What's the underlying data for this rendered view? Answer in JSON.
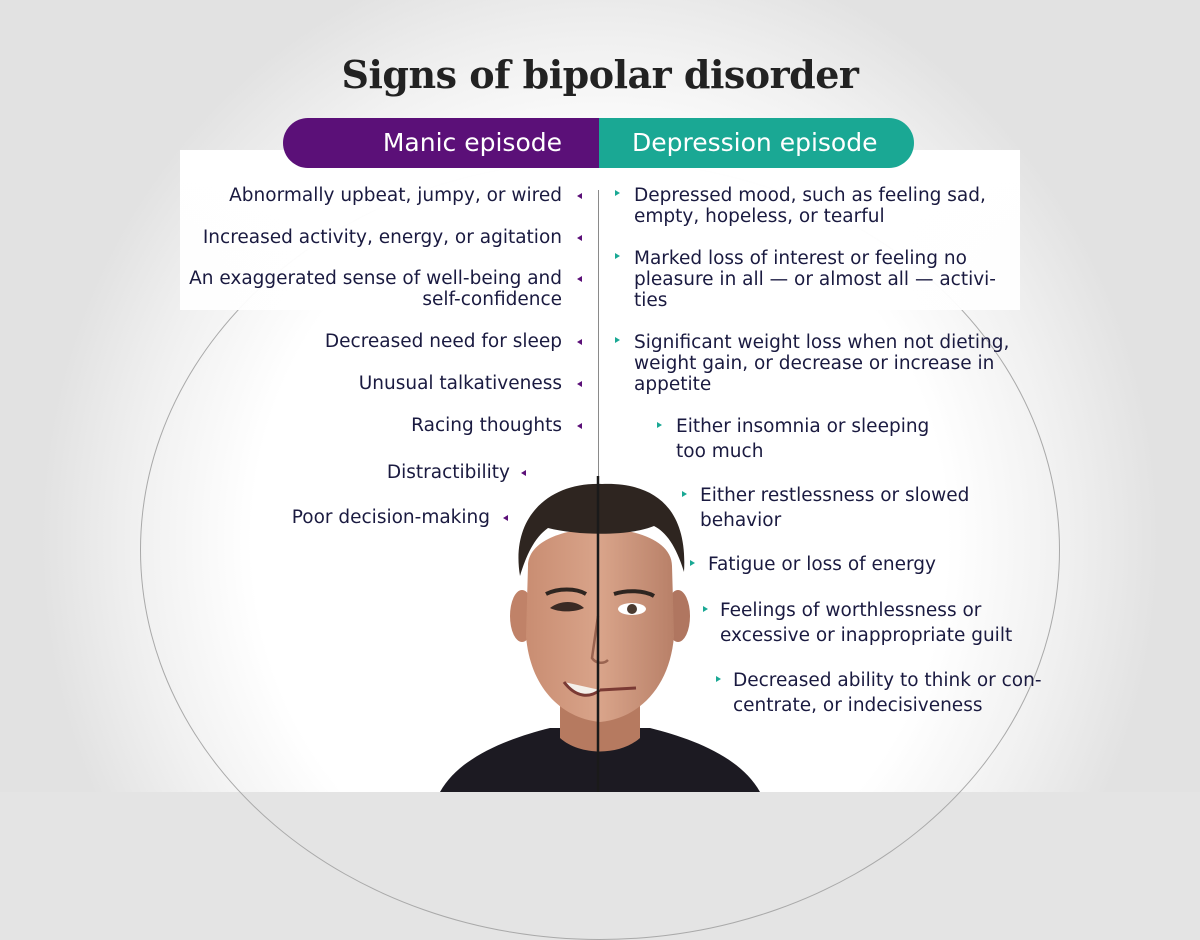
{
  "title": "Signs of bipolar disorder",
  "manic": {
    "label": "Manic episode",
    "color": "#5b1078",
    "items": [
      "Abnormally upbeat, jumpy, or wired",
      "Increased activity, energy, or agitation",
      "An exaggerated sense of well-being and",
      "self-confidence",
      "Decreased need for sleep",
      "Unusual talkativeness",
      "Racing thoughts",
      "Distractibility",
      "Poor decision-making"
    ]
  },
  "depression": {
    "label": "Depression episode",
    "color": "#1aa894",
    "items": [
      "Depressed mood, such as feeling sad,",
      "empty, hopeless, or tearful",
      "Marked loss of interest or feeling no",
      "pleasure in all — or almost all — activi-",
      "ties",
      "Significant weight loss when not dieting,",
      "weight gain, or decrease or increase in",
      "appetite",
      "Either insomnia or sleeping",
      "too much",
      "Either restlessness or slowed",
      "behavior",
      "Fatigue or loss of energy",
      "Feelings of worthlessness or",
      "excessive or inappropriate guilt",
      "Decreased ability to think or con-",
      "centrate, or indecisiveness"
    ]
  },
  "image": {
    "name": "split-face-portrait"
  }
}
